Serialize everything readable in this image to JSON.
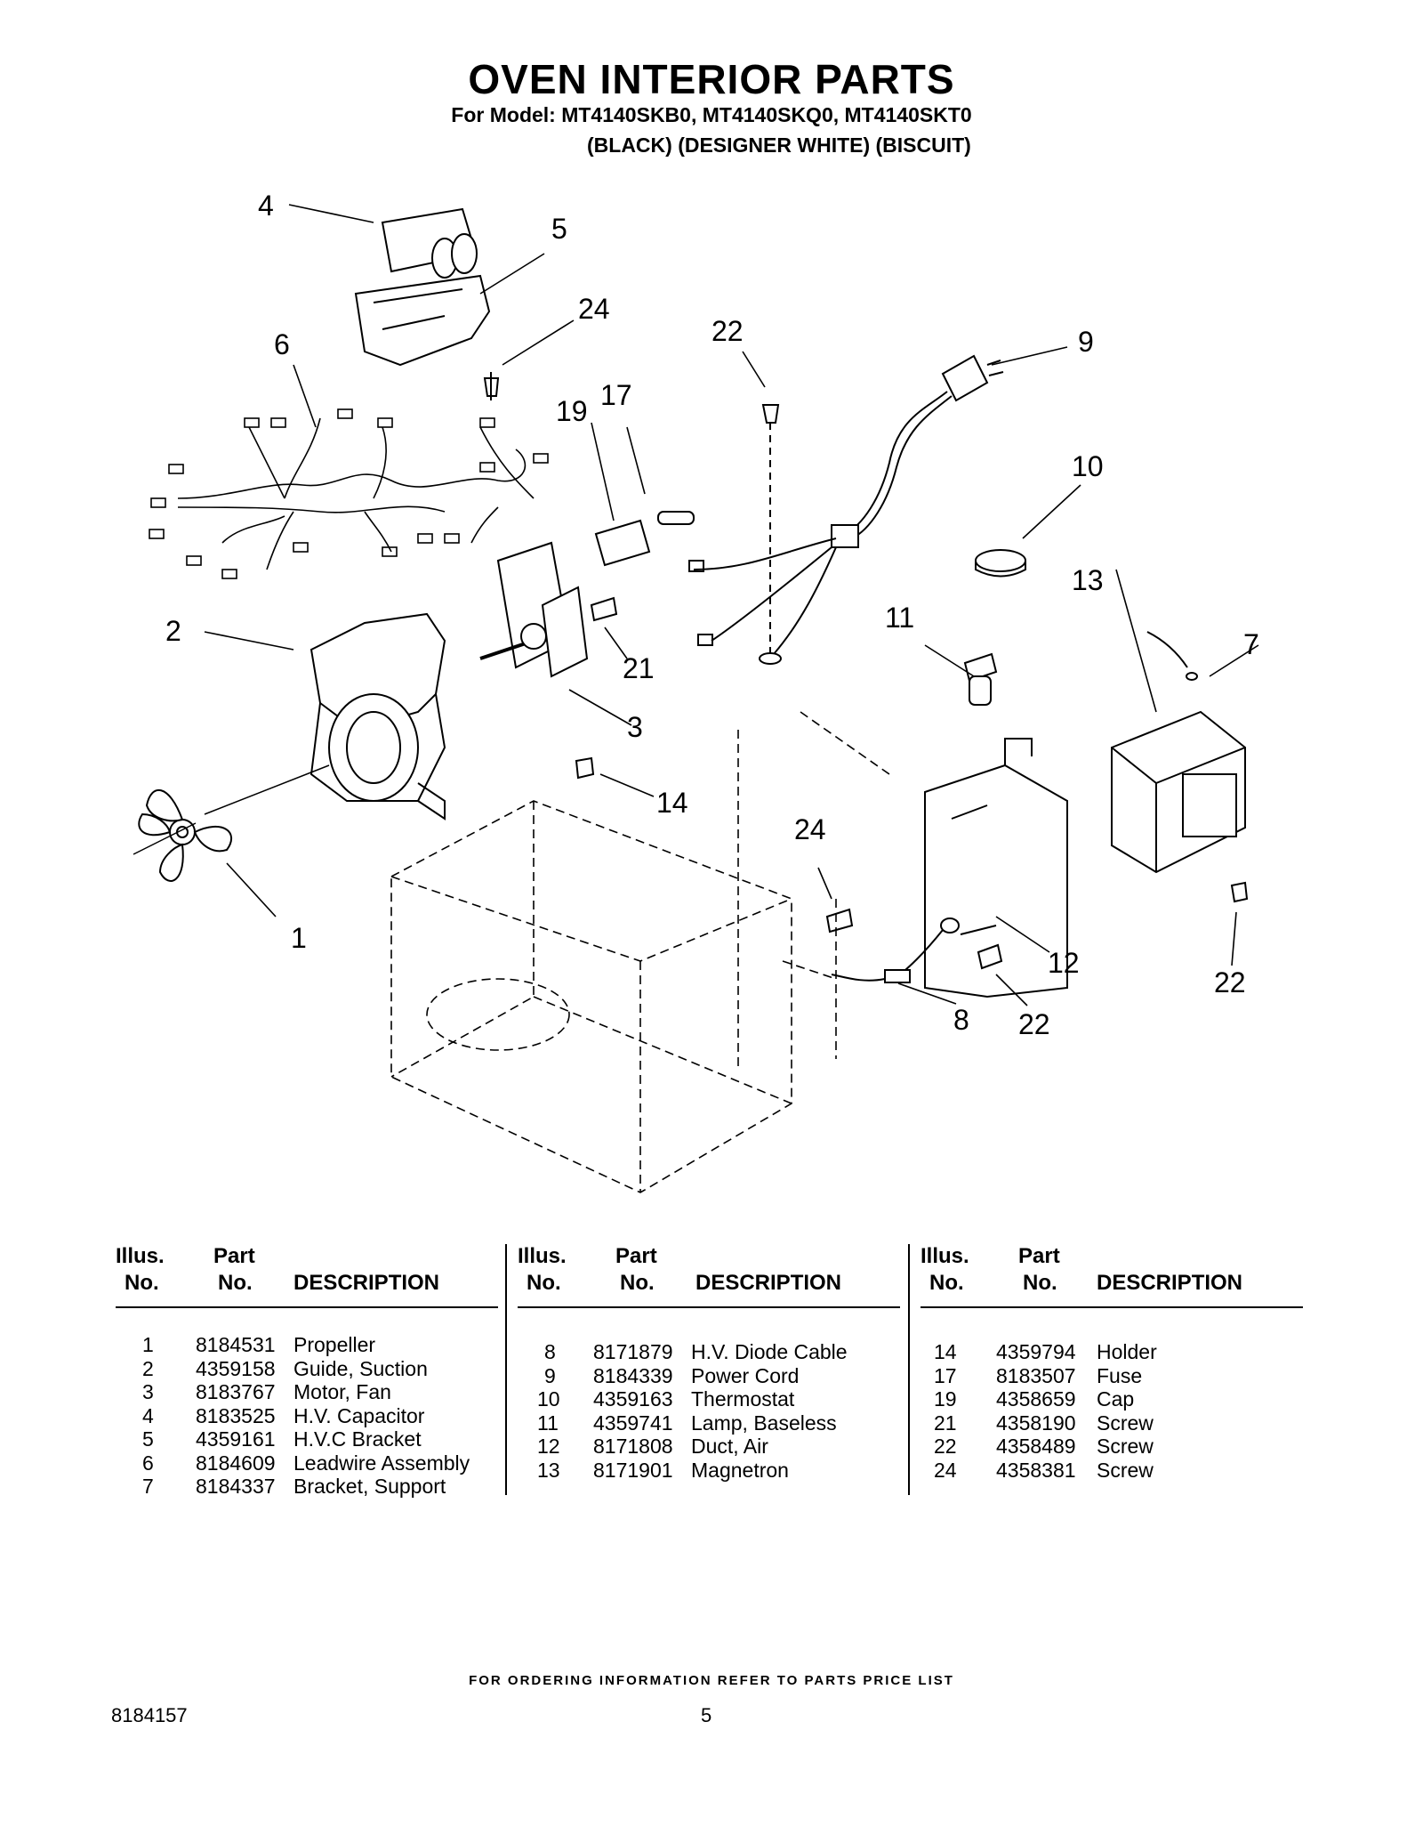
{
  "header": {
    "title": "OVEN INTERIOR PARTS",
    "subtitle": "For Model: MT4140SKB0, MT4140SKQ0, MT4140SKT0",
    "colors": "(BLACK) (DESIGNER WHITE) (BISCUIT)"
  },
  "callouts": [
    "4",
    "5",
    "24",
    "6",
    "22",
    "9",
    "19",
    "17",
    "10",
    "13",
    "2",
    "11",
    "7",
    "21",
    "3",
    "14",
    "24",
    "1",
    "12",
    "22",
    "8",
    "22"
  ],
  "table": {
    "col_illus_1": "Illus.",
    "col_illus_2": "No.",
    "col_part_1": "Part",
    "col_part_2": "No.",
    "col_desc": "DESCRIPTION",
    "groups": [
      [
        {
          "illus": "1",
          "part": "8184531",
          "desc": "Propeller"
        },
        {
          "illus": "2",
          "part": "4359158",
          "desc": "Guide, Suction"
        },
        {
          "illus": "3",
          "part": "8183767",
          "desc": "Motor, Fan"
        },
        {
          "illus": "4",
          "part": "8183525",
          "desc": "H.V. Capacitor"
        },
        {
          "illus": "5",
          "part": "4359161",
          "desc": "H.V.C Bracket"
        },
        {
          "illus": "6",
          "part": "8184609",
          "desc": "Leadwire Assembly"
        },
        {
          "illus": "7",
          "part": "8184337",
          "desc": "Bracket, Support"
        }
      ],
      [
        {
          "illus": "8",
          "part": "8171879",
          "desc": "H.V. Diode Cable"
        },
        {
          "illus": "9",
          "part": "8184339",
          "desc": "Power Cord"
        },
        {
          "illus": "10",
          "part": "4359163",
          "desc": "Thermostat"
        },
        {
          "illus": "11",
          "part": "4359741",
          "desc": "Lamp, Baseless"
        },
        {
          "illus": "12",
          "part": "8171808",
          "desc": "Duct, Air"
        },
        {
          "illus": "13",
          "part": "8171901",
          "desc": "Magnetron"
        }
      ],
      [
        {
          "illus": "14",
          "part": "4359794",
          "desc": "Holder"
        },
        {
          "illus": "17",
          "part": "8183507",
          "desc": "Fuse"
        },
        {
          "illus": "19",
          "part": "4358659",
          "desc": "Cap"
        },
        {
          "illus": "21",
          "part": "4358190",
          "desc": "Screw"
        },
        {
          "illus": "22",
          "part": "4358489",
          "desc": "Screw"
        },
        {
          "illus": "24",
          "part": "4358381",
          "desc": "Screw"
        }
      ]
    ]
  },
  "footer": {
    "ordering_note": "FOR ORDERING INFORMATION REFER TO PARTS PRICE LIST",
    "doc_number": "8184157",
    "page_number": "5"
  }
}
